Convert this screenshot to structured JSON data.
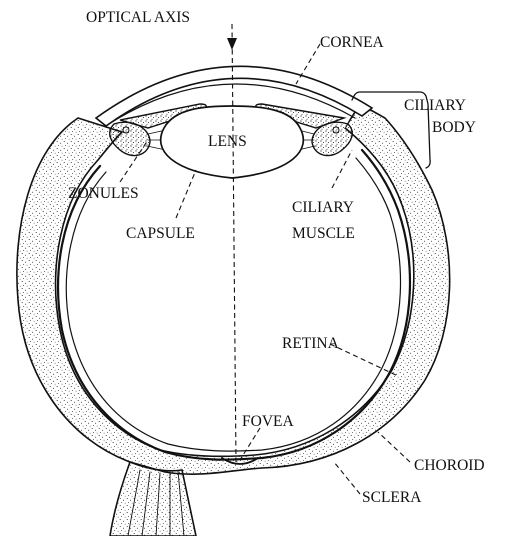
{
  "diagram": {
    "labels": {
      "optical_axis": "OPTICAL AXIS",
      "cornea": "CORNEA",
      "ciliary_body_line1": "CILIARY",
      "ciliary_body_line2": "BODY",
      "lens": "LENS",
      "zonules": "ZONULES",
      "capsule": "CAPSULE",
      "ciliary_muscle_line1": "CILIARY",
      "ciliary_muscle_line2": "MUSCLE",
      "retina": "RETINA",
      "fovea": "FOVEA",
      "choroid": "CHOROID",
      "sclera": "SCLERA"
    }
  }
}
